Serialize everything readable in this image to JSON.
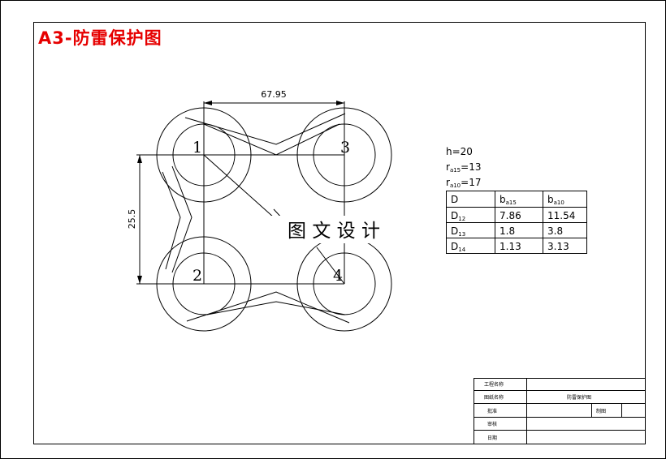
{
  "title": "A3-防雷保护图",
  "dimensions": {
    "width": "67.95",
    "height": "25.5"
  },
  "circle_labels": [
    "1",
    "2",
    "3",
    "4"
  ],
  "watermark": "图 文 设 计",
  "params": {
    "h": "h=20",
    "r15_label": "r",
    "r15_sub": "a15",
    "r15_value": "=13",
    "r10_label": "r",
    "r10_sub": "a10",
    "r10_value": "=17"
  },
  "table": {
    "headers": [
      "D",
      "b",
      "b"
    ],
    "header_subs": [
      "",
      "a15",
      "a10"
    ],
    "rows": [
      {
        "d": "D",
        "d_sub": "12",
        "b15": "7.86",
        "b10": "11.54"
      },
      {
        "d": "D",
        "d_sub": "13",
        "b15": "1.8",
        "b10": "3.8"
      },
      {
        "d": "D",
        "d_sub": "14",
        "b15": "1.13",
        "b10": "3.13"
      }
    ]
  },
  "title_block": {
    "project_name": "工程名称",
    "drawing_name_label": "图纸名称",
    "drawing_name_value": "防雷保护图",
    "approve": "批准",
    "draw": "制图",
    "review": "审核",
    "date": "日期"
  },
  "colors": {
    "title": "#e60000",
    "line": "#000000"
  }
}
